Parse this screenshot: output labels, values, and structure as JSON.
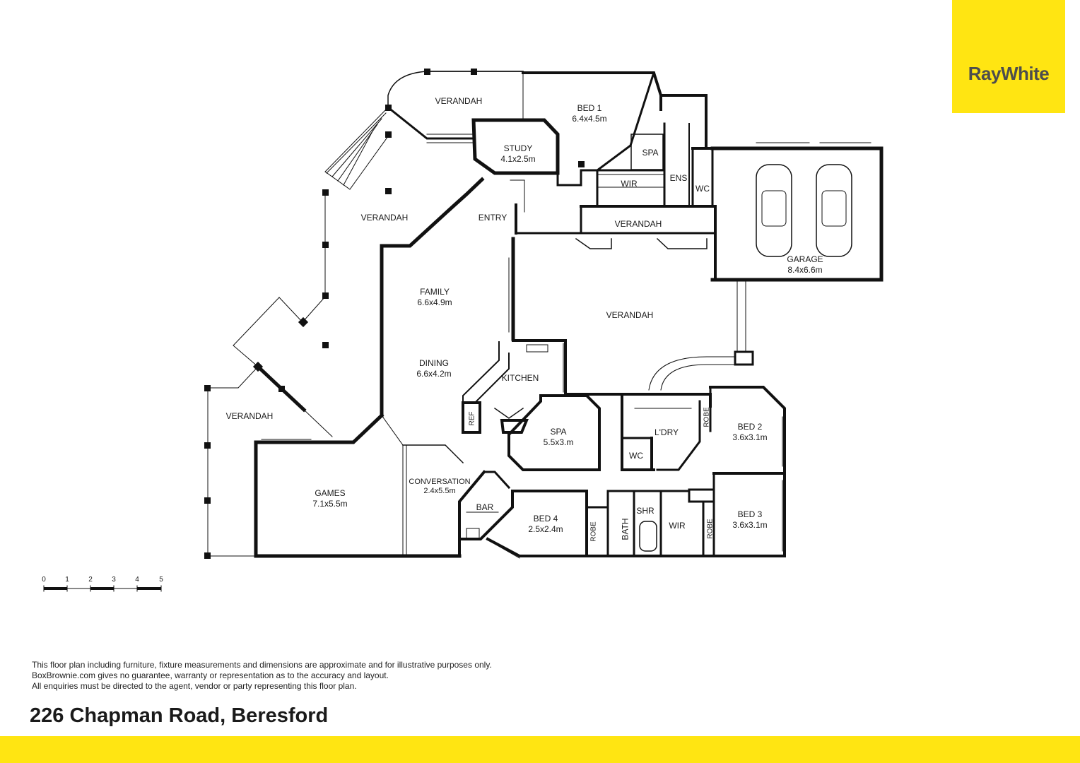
{
  "brand": {
    "name": "RayWhite",
    "color": "#ffe512",
    "text_color": "#4d4d4d"
  },
  "address": "226 Chapman Road, Beresford",
  "disclaimer": [
    "This floor plan including furniture, fixture measurements and dimensions are approximate and for illustrative purposes only.",
    "BoxBrownie.com gives no guarantee, warranty or representation as to the accuracy and layout.",
    "All enquiries must be directed to the agent, vendor or party representing this floor plan."
  ],
  "scale": [
    "0",
    "1",
    "2",
    "3",
    "4",
    "5"
  ],
  "rooms": {
    "verandah_top": {
      "name": "VERANDAH"
    },
    "bed1": {
      "name": "BED  1",
      "dim": "6.4x4.5m"
    },
    "study": {
      "name": "STUDY",
      "dim": "4.1x2.5m"
    },
    "spa_ensuite": {
      "name": "SPA"
    },
    "wir_bed1": {
      "name": "WIR"
    },
    "ens": {
      "name": "ENS"
    },
    "wc_ens": {
      "name": "WC"
    },
    "verandah_left": {
      "name": "VERANDAH"
    },
    "entry": {
      "name": "ENTRY"
    },
    "verandah_mid": {
      "name": "VERANDAH"
    },
    "garage": {
      "name": "GARAGE",
      "dim": "8.4x6.6m"
    },
    "family": {
      "name": "FAMILY",
      "dim": "6.6x4.9m"
    },
    "verandah_centre": {
      "name": "VERANDAH"
    },
    "dining": {
      "name": "DINING",
      "dim": "6.6x4.2m"
    },
    "kitchen": {
      "name": "KITCHEN"
    },
    "ref": {
      "name": "REF"
    },
    "spa": {
      "name": "SPA",
      "dim": "5.5x3.m"
    },
    "laundry": {
      "name": "L'DRY"
    },
    "wc_laundry": {
      "name": "WC"
    },
    "robe2": {
      "name": "ROBE"
    },
    "bed2": {
      "name": "BED 2",
      "dim": "3.6x3.1m"
    },
    "verandah_west": {
      "name": "VERANDAH"
    },
    "games": {
      "name": "GAMES",
      "dim": "7.1x5.5m"
    },
    "conversation": {
      "name": "CONVERSATION",
      "dim": "2.4x5.5m"
    },
    "bar": {
      "name": "BAR"
    },
    "bed4": {
      "name": "BED 4",
      "dim": "2.5x2.4m"
    },
    "robe4": {
      "name": "ROBE"
    },
    "bath": {
      "name": "BATH"
    },
    "shr": {
      "name": "SHR"
    },
    "wir": {
      "name": "WIR"
    },
    "robe3": {
      "name": "ROBE"
    },
    "bed3": {
      "name": "BED 3",
      "dim": "3.6x3.1m"
    }
  }
}
